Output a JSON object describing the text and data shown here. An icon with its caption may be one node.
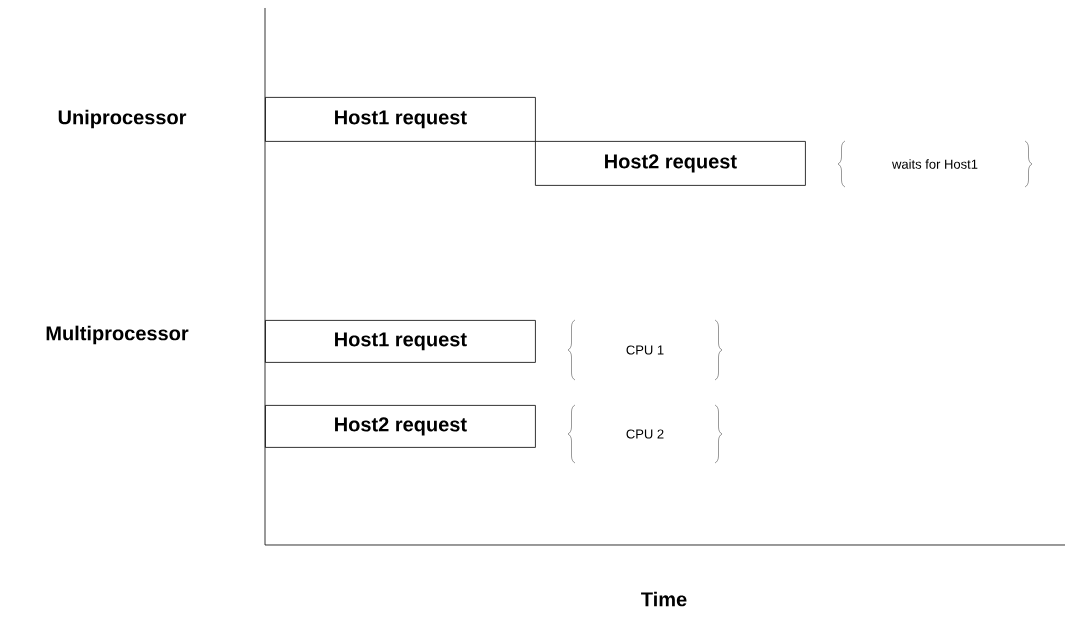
{
  "diagram": {
    "nodes": [
      {
        "text": [
          "Host1 request"
        ]
      },
      {
        "text": [
          "Host2 request"
        ]
      },
      {
        "text": [
          "Host1 request"
        ]
      },
      {
        "text": [
          "Host2 request"
        ]
      }
    ],
    "labels": [
      "Uniprocessor",
      "waits for Host1",
      "Multiprocessor",
      "CPU 1",
      "CPU 2",
      "Time"
    ]
  }
}
